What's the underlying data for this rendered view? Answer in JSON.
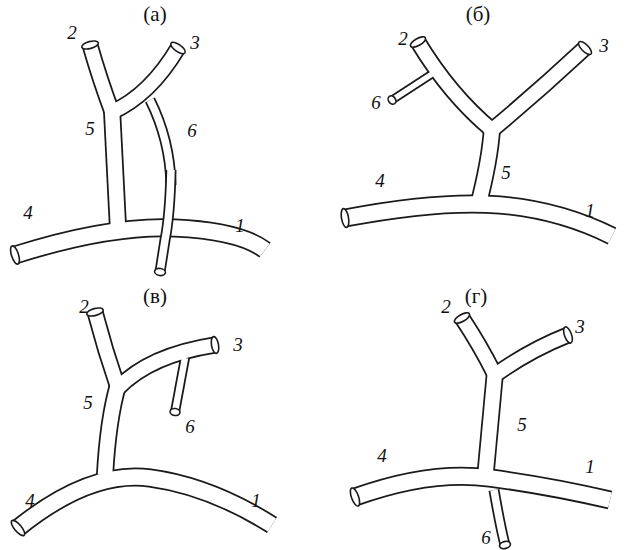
{
  "diagram": {
    "labels": [
      "(а)",
      "2",
      "3",
      "5",
      "4",
      "1",
      "6",
      "(б)",
      "2",
      "6",
      "3",
      "5",
      "4",
      "1",
      "(в)",
      "2",
      "3",
      "5",
      "6",
      "4",
      "1",
      "(г)",
      "2",
      "3",
      "5",
      "4",
      "1",
      "6"
    ]
  }
}
